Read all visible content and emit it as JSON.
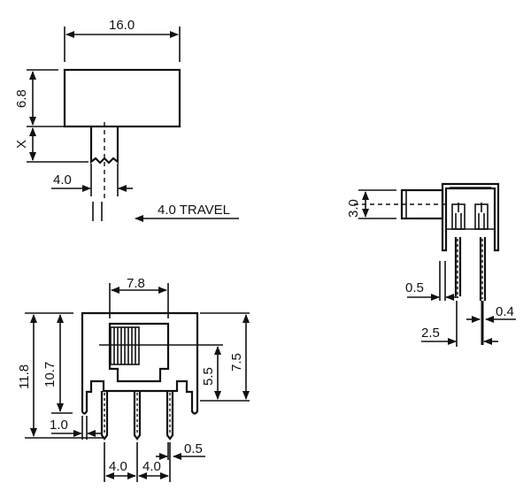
{
  "drawing": {
    "top_view": {
      "width_label": "16.0",
      "height_label": "6.8",
      "shaft_label": "X",
      "shaft_width_label": "4.0",
      "travel_label": "4.0 TRAVEL"
    },
    "front_view": {
      "knob_width_label": "7.8",
      "total_height_label": "11.8",
      "body_height_label": "10.7",
      "center_height_label": "5.5",
      "right_height_label": "7.5",
      "leg_offset_label": "1.0",
      "pitch_left_label": "4.0",
      "pitch_right_label": "4.0",
      "pin_width_label": "0.5"
    },
    "side_view": {
      "shaft_height_label": "3.0",
      "pin_thickness_label": "0.5",
      "pin_tip_label": "0.4",
      "pin_pitch_label": "2.5"
    }
  }
}
